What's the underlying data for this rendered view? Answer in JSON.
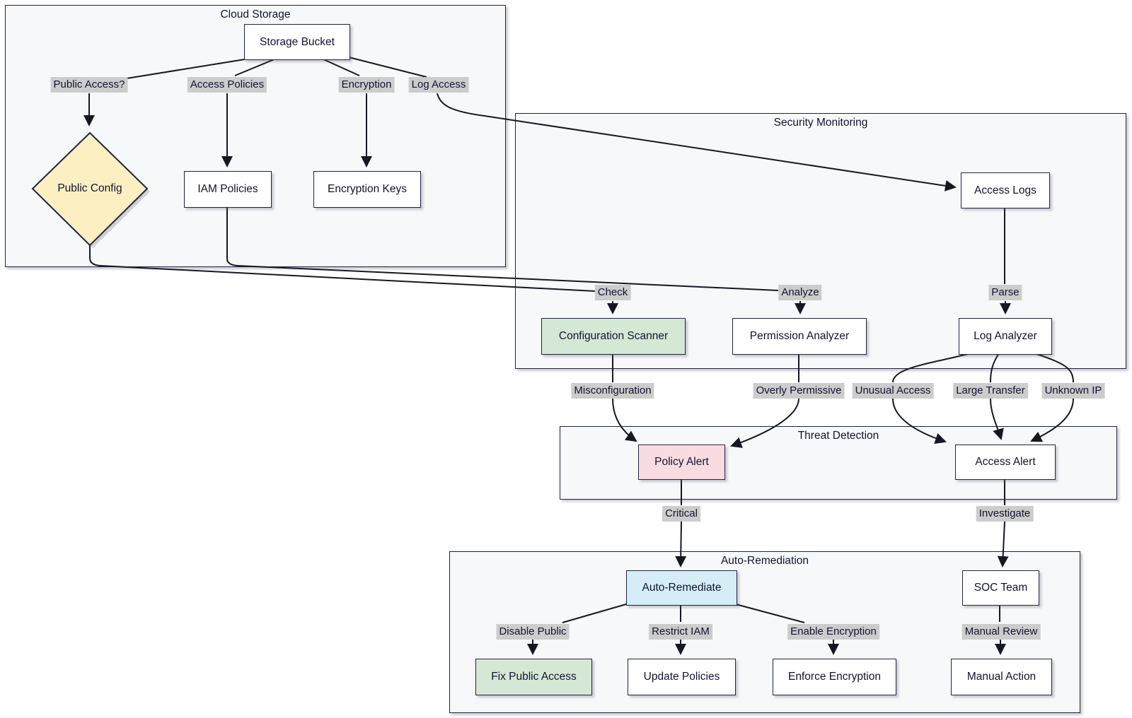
{
  "diagram_type": "flowchart",
  "containers": {
    "cloud_storage": {
      "title": "Cloud Storage"
    },
    "security_monitoring": {
      "title": "Security Monitoring"
    },
    "threat_detection": {
      "title": "Threat Detection"
    },
    "auto_remediation": {
      "title": "Auto-Remediation"
    }
  },
  "nodes": {
    "storage_bucket": {
      "label": "Storage Bucket",
      "shape": "rect",
      "fill": "#ffffff"
    },
    "public_config": {
      "label": "Public Config",
      "shape": "diamond",
      "fill": "#fcf0c2"
    },
    "iam_policies": {
      "label": "IAM Policies",
      "shape": "rect",
      "fill": "#ffffff"
    },
    "encryption_keys": {
      "label": "Encryption Keys",
      "shape": "rect",
      "fill": "#ffffff"
    },
    "access_logs": {
      "label": "Access Logs",
      "shape": "rect",
      "fill": "#ffffff"
    },
    "configuration_scanner": {
      "label": "Configuration Scanner",
      "shape": "rect",
      "fill": "#d5e8d5"
    },
    "permission_analyzer": {
      "label": "Permission Analyzer",
      "shape": "rect",
      "fill": "#ffffff"
    },
    "log_analyzer": {
      "label": "Log Analyzer",
      "shape": "rect",
      "fill": "#ffffff"
    },
    "policy_alert": {
      "label": "Policy Alert",
      "shape": "rect",
      "fill": "#f9dce2"
    },
    "access_alert": {
      "label": "Access Alert",
      "shape": "rect",
      "fill": "#ffffff"
    },
    "auto_remediate": {
      "label": "Auto-Remediate",
      "shape": "rect",
      "fill": "#d4edf6"
    },
    "soc_team": {
      "label": "SOC Team",
      "shape": "rect",
      "fill": "#ffffff"
    },
    "fix_public_access": {
      "label": "Fix Public Access",
      "shape": "rect",
      "fill": "#d5e8d5"
    },
    "update_policies": {
      "label": "Update Policies",
      "shape": "rect",
      "fill": "#ffffff"
    },
    "enforce_encryption": {
      "label": "Enforce Encryption",
      "shape": "rect",
      "fill": "#ffffff"
    },
    "manual_action": {
      "label": "Manual Action",
      "shape": "rect",
      "fill": "#ffffff"
    }
  },
  "edge_labels": {
    "public_access": "Public Access?",
    "access_policies": "Access Policies",
    "encryption": "Encryption",
    "log_access": "Log Access",
    "check": "Check",
    "analyze": "Analyze",
    "parse": "Parse",
    "misconfiguration": "Misconfiguration",
    "overly_permissive": "Overly Permissive",
    "unusual_access": "Unusual Access",
    "large_transfer": "Large Transfer",
    "unknown_ip": "Unknown IP",
    "critical": "Critical",
    "investigate": "Investigate",
    "disable_public": "Disable Public",
    "restrict_iam": "Restrict IAM",
    "enable_encryption": "Enable Encryption",
    "manual_review": "Manual Review"
  },
  "colors": {
    "node_border": "#23233f",
    "node_fill": "#ffffff",
    "container_fill": "#f7f8fa",
    "container_border": "#23233f",
    "edge_stroke": "#171723",
    "label_bg": "#cccccc",
    "text_color": "#131330",
    "warning_fill": "#fcf0c2",
    "success_fill": "#d5e8d5",
    "danger_fill": "#f9dce2",
    "info_fill": "#d4edf6"
  }
}
